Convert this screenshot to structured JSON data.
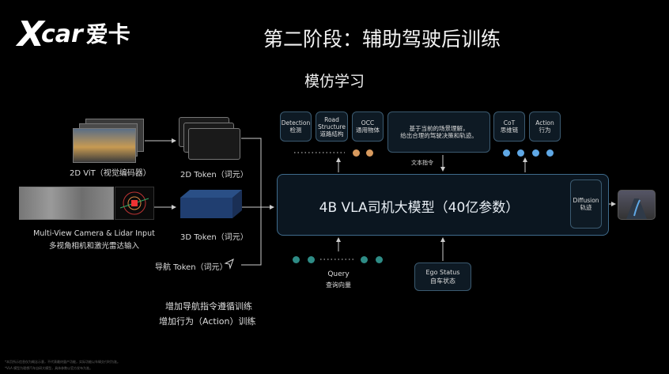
{
  "logo": {
    "mark": "X",
    "word": "car",
    "cn": "爱卡"
  },
  "title": "第二阶段：辅助驾驶后训练",
  "subtitle": "模仿学习",
  "inputs": {
    "vit_label": "2D ViT（视觉编码器）",
    "camera_label_en": "Multi-View Camera & Lidar Input",
    "camera_label_cn": "多视角相机和激光雷达输入",
    "token_2d": "2D Token（词元）",
    "token_3d": "3D Token（词元）",
    "token_nav": "导航 Token（词元）"
  },
  "top_boxes": {
    "detection": [
      "Detection",
      "检测"
    ],
    "road": [
      "Road",
      "Structure",
      "道路结构"
    ],
    "occ": [
      "OCC",
      "通用物体"
    ],
    "scene": [
      "基于当前的场景理解，",
      "给出合理的驾驶决策和轨迹。"
    ],
    "cot": [
      "CoT",
      "思维链"
    ],
    "action": [
      "Action",
      "行为"
    ]
  },
  "text_instruction": "文本指令",
  "model_label": "4B VLA司机大模型（40亿参数）",
  "diffusion": [
    "Diffusion",
    "轨迹"
  ],
  "query": [
    "Query",
    "查询向量"
  ],
  "ego": [
    "Ego Status",
    "自车状态"
  ],
  "footer": [
    "增加导航指令遵循训练",
    "增加行为（Action）训练"
  ],
  "tiny_notes": [
    "*本页所示信息仅为概念示意，不代表最终量产功能，实际功能以车辆交付时为准。",
    "*VLA 模型为理想汽车自研大模型，具体参数以官方发布为准。"
  ],
  "colors": {
    "accent_blue": "#5fa8e6",
    "accent_orange": "#d89a5e",
    "accent_teal": "#2e8c86",
    "border": "#3f6b8c"
  }
}
